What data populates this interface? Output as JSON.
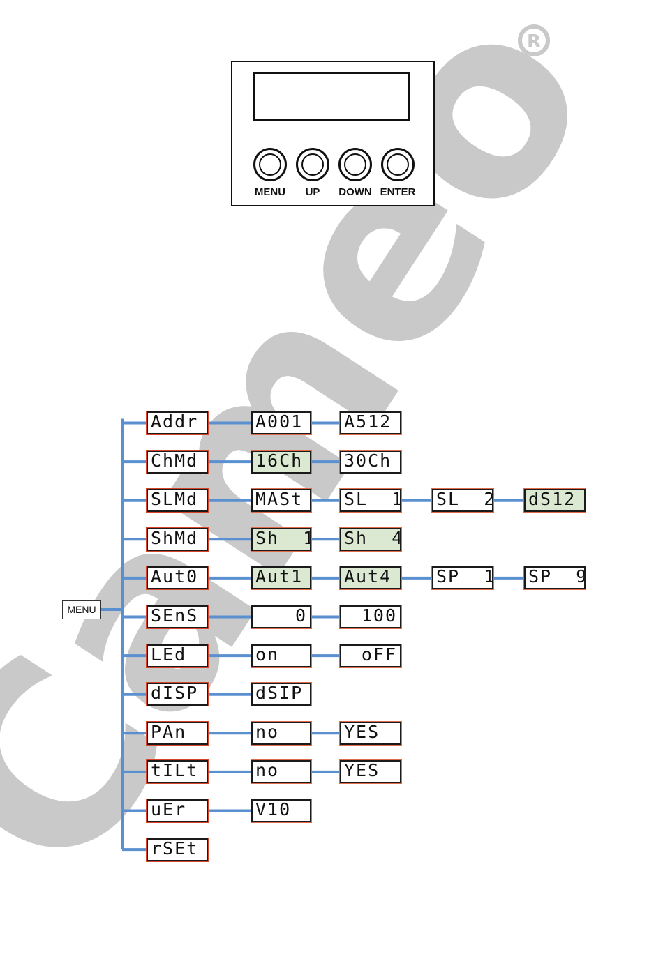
{
  "watermark": {
    "text": "Cameo",
    "mark": "R"
  },
  "panel": {
    "buttons": [
      "MENU",
      "UP",
      "DOWN",
      "ENTER"
    ]
  },
  "menu_label": "MENU",
  "rows": [
    {
      "items": [
        {
          "text": "Addr"
        },
        {
          "text": "A001"
        },
        {
          "text": "A512"
        }
      ]
    },
    {
      "items": [
        {
          "text": "ChMd"
        },
        {
          "text": "16Ch",
          "green": true
        },
        {
          "text": "30Ch"
        }
      ]
    },
    {
      "items": [
        {
          "text": "SLMd"
        },
        {
          "text": "MASt"
        },
        {
          "text": "SL  1"
        },
        {
          "text": "SL  2"
        },
        {
          "text": "dS12",
          "green": true
        }
      ]
    },
    {
      "items": [
        {
          "text": "ShMd"
        },
        {
          "text": "Sh  1",
          "green": true
        },
        {
          "text": "Sh  4",
          "green": true
        }
      ]
    },
    {
      "items": [
        {
          "text": "Aut0"
        },
        {
          "text": "Aut1",
          "green": true
        },
        {
          "text": "Aut4",
          "green": true
        },
        {
          "text": "SP  1"
        },
        {
          "text": "SP  9"
        }
      ]
    },
    {
      "items": [
        {
          "text": "SEnS"
        },
        {
          "text": "0",
          "align": "right"
        },
        {
          "text": "100",
          "align": "right"
        }
      ]
    },
    {
      "items": [
        {
          "text": "LEd"
        },
        {
          "text": "on"
        },
        {
          "text": "oFF",
          "align": "right"
        }
      ]
    },
    {
      "items": [
        {
          "text": "dISP"
        },
        {
          "text": "dSIP"
        }
      ]
    },
    {
      "items": [
        {
          "text": "PAn"
        },
        {
          "text": "no"
        },
        {
          "text": "YES"
        }
      ]
    },
    {
      "items": [
        {
          "text": "tILt"
        },
        {
          "text": "no"
        },
        {
          "text": "YES"
        }
      ]
    },
    {
      "items": [
        {
          "text": "uEr"
        },
        {
          "text": "V10"
        }
      ]
    },
    {
      "items": [
        {
          "text": "rSEt"
        }
      ]
    }
  ],
  "colors": {
    "line": "#5a8fd0",
    "border_accent": "#e06a4a",
    "green_fill": "#dce9d2"
  }
}
